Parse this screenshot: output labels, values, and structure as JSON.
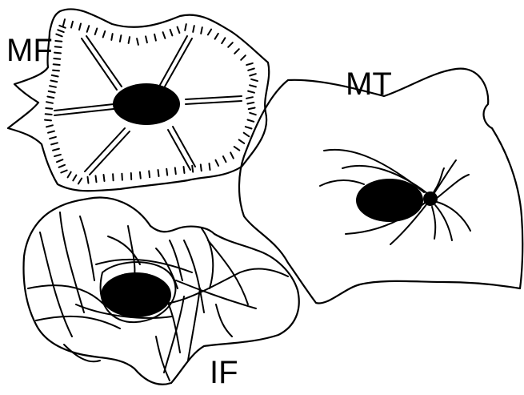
{
  "labels": {
    "mf": "MF",
    "mt": "MT",
    "if": "IF"
  }
}
